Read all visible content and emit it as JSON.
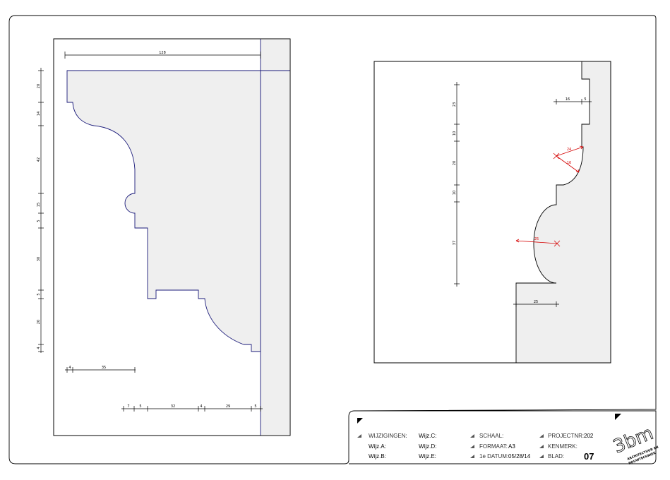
{
  "drawing_left": {
    "top_dimension": "128",
    "vertical_dimensions": [
      "20",
      "14",
      "42",
      "15",
      "5",
      "30",
      "5",
      "20",
      "4"
    ],
    "bottom_dimensions_row1": [
      "4",
      "35"
    ],
    "bottom_dimensions_row2": [
      "7",
      "5",
      "32",
      "4",
      "29",
      "5"
    ]
  },
  "drawing_right": {
    "horizontal_dimensions": [
      "16",
      "5"
    ],
    "vertical_dimensions": [
      "23",
      "10",
      "20",
      "10",
      "37"
    ],
    "radius_labels": [
      "24",
      "16",
      "25"
    ],
    "bottom_dimension": "25"
  },
  "title_block": {
    "wijzigingen_label": "WIJZIGINGEN:",
    "wijz_a": "Wijz.A:",
    "wijz_b": "Wijz.B:",
    "wijz_c": "Wijz.C:",
    "wijz_d": "Wijz.D:",
    "wijz_e": "Wijz.E:",
    "schaal_label": "SCHAAL:",
    "schaal_value": "",
    "formaat_label": "FORMAAT:",
    "formaat_value": "A3",
    "datum_label": "1e DATUM:",
    "datum_value": "05/28/14",
    "projectnr_label": "PROJECTNR:",
    "projectnr_value": "202",
    "kenmerk_label": "KENMERK:",
    "kenmerk_value": "",
    "blad_label": "BLAD:",
    "blad_value": "07",
    "logo_text": "3bm",
    "logo_line1": "ARCHITECTUUR EN",
    "logo_line2": "BOUWTECHNIEK"
  },
  "colors": {
    "fill": "#efefef",
    "outline_blue": "#1a1a7a",
    "dimension_red": "#d40000"
  }
}
